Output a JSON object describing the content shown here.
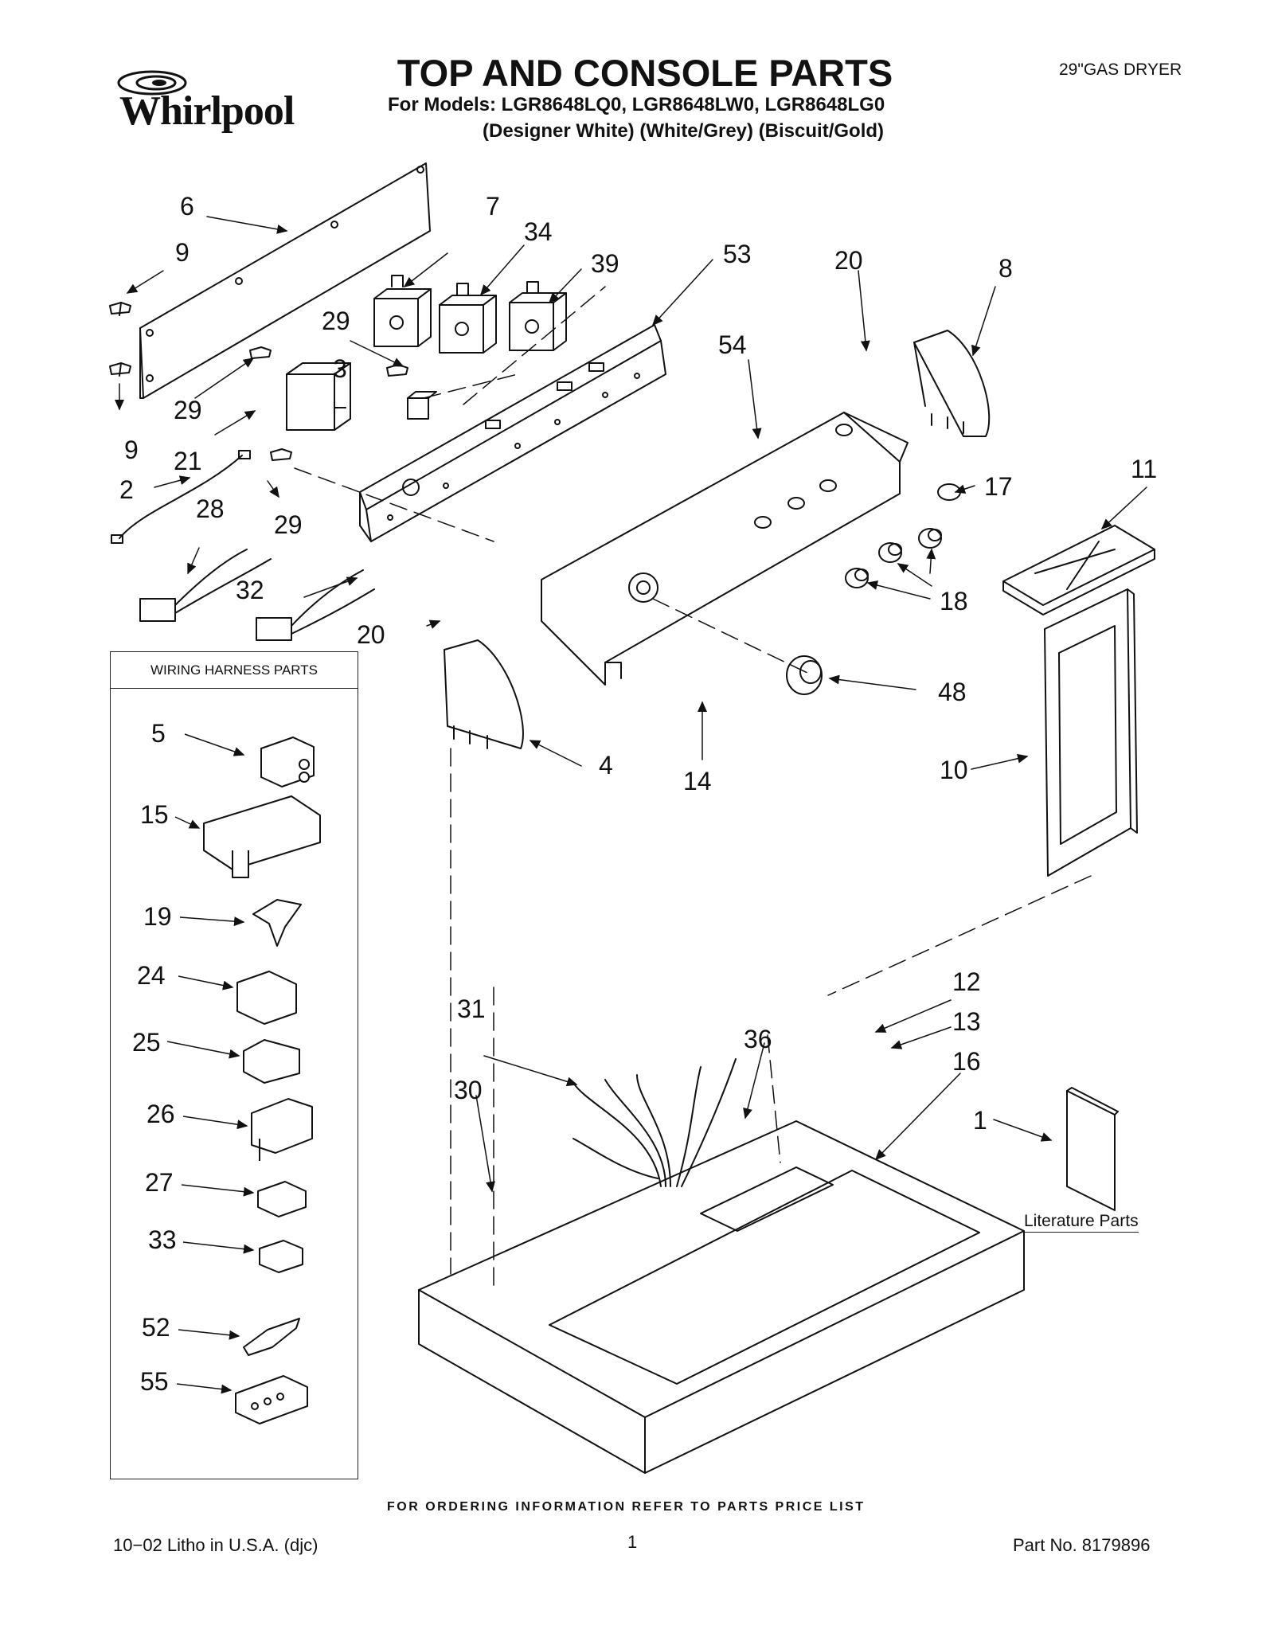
{
  "header": {
    "brand": "Whirlpool",
    "title": "TOP AND CONSOLE PARTS",
    "models_line": "For Models: LGR8648LQ0, LGR8648LW0, LGR8648LG0",
    "variants_line": "(Designer White)  (White/Grey)  (Biscuit/Gold)",
    "product_type": "29\"GAS DRYER"
  },
  "callouts": [
    "6",
    "7",
    "34",
    "39",
    "53",
    "20",
    "8",
    "9",
    "29",
    "3",
    "54",
    "9",
    "29",
    "21",
    "2",
    "28",
    "29",
    "17",
    "11",
    "32",
    "18",
    "20",
    "48",
    "4",
    "14",
    "10",
    "31",
    "36",
    "12",
    "13",
    "16",
    "30",
    "1"
  ],
  "harness": {
    "title": "WIRING HARNESS PARTS",
    "callouts": [
      "5",
      "15",
      "19",
      "24",
      "25",
      "26",
      "27",
      "33",
      "52",
      "55"
    ]
  },
  "literature": {
    "label": "Literature Parts"
  },
  "footer": {
    "ordering_note": "FOR ORDERING INFORMATION REFER TO PARTS PRICE LIST",
    "litho": "10−02 Litho in U.S.A. (djc)",
    "page_number": "1",
    "part_number": "Part No. 8179896"
  }
}
